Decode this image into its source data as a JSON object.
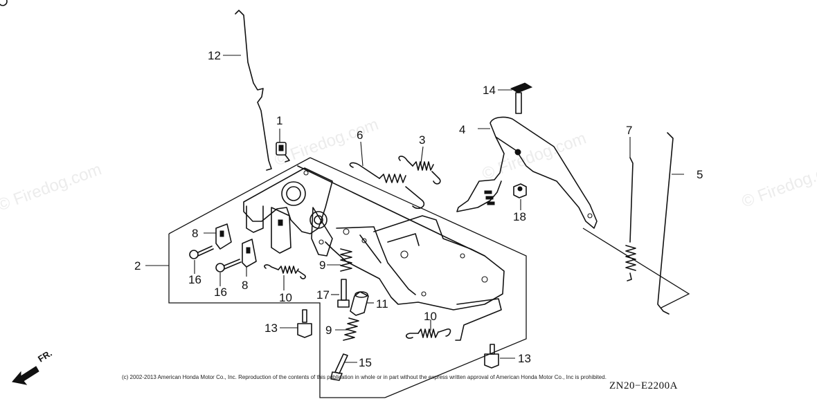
{
  "watermark": "© Firedog.com",
  "copyright": "(c) 2002-2013 American Honda Motor Co., Inc. Reproduction of the contents of this publication in whole or in part without the express written approval of American Honda Motor Co., Inc is prohibited.",
  "diagram_code": "ZN20−E2200A",
  "direction_label": "FR.",
  "callouts": [
    "1",
    "2",
    "3",
    "4",
    "5",
    "6",
    "7",
    "8",
    "8",
    "9",
    "9",
    "10",
    "10",
    "11",
    "12",
    "13",
    "13",
    "14",
    "15",
    "16",
    "16",
    "17",
    "18"
  ]
}
